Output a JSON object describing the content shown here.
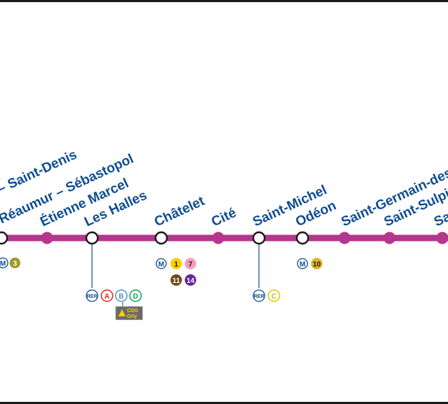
{
  "line": {
    "color": "#b5368d"
  },
  "stations": [
    {
      "name": "– Saint-Denis",
      "type": "none"
    },
    {
      "name": "Réaumur – Sébastopol",
      "type": "interchange"
    },
    {
      "name": "Étienne Marcel",
      "type": "stop"
    },
    {
      "name": "Les Halles",
      "type": "interchange"
    },
    {
      "name": "Châtelet",
      "type": "interchange"
    },
    {
      "name": "Cité",
      "type": "stop"
    },
    {
      "name": "Saint-Michel",
      "type": "interchange"
    },
    {
      "name": "Odéon",
      "type": "interchange"
    },
    {
      "name": "Saint-Germain-des",
      "type": "stop"
    },
    {
      "name": "Saint-Sulpi",
      "type": "stop"
    },
    {
      "name": "Sa",
      "type": "stop"
    }
  ],
  "connections": {
    "reaumur": {
      "metro": "M",
      "lines": [
        {
          "label": "3",
          "color": "#9f9825",
          "text_color": "#ffffff"
        }
      ]
    },
    "les_halles": {
      "rer": "RER",
      "lines": [
        {
          "label": "A",
          "color": "#e2231a"
        },
        {
          "label": "B",
          "color": "#5291ce"
        },
        {
          "label": "D",
          "color": "#00a94f"
        }
      ],
      "airport": {
        "line1": "CDG",
        "line2": "Orly"
      }
    },
    "chatelet": {
      "metro": "M",
      "lines": [
        {
          "label": "1",
          "color": "#ffcd00",
          "text_color": "#1a1a1a"
        },
        {
          "label": "7",
          "color": "#fa9aba",
          "text_color": "#1a1a1a"
        },
        {
          "label": "11",
          "color": "#704b1c",
          "text_color": "#ffffff"
        },
        {
          "label": "14",
          "color": "#62259d",
          "text_color": "#ffffff"
        }
      ]
    },
    "saint_michel": {
      "rer": "RER",
      "lines": [
        {
          "label": "C",
          "color": "#d5c900"
        }
      ]
    },
    "odeon": {
      "metro": "M",
      "lines": [
        {
          "label": "10",
          "color": "#e3b32a",
          "text_color": "#1a1a1a"
        }
      ]
    }
  },
  "colors": {
    "station_text": "#0f4d92",
    "navy": "#0f4d92"
  }
}
